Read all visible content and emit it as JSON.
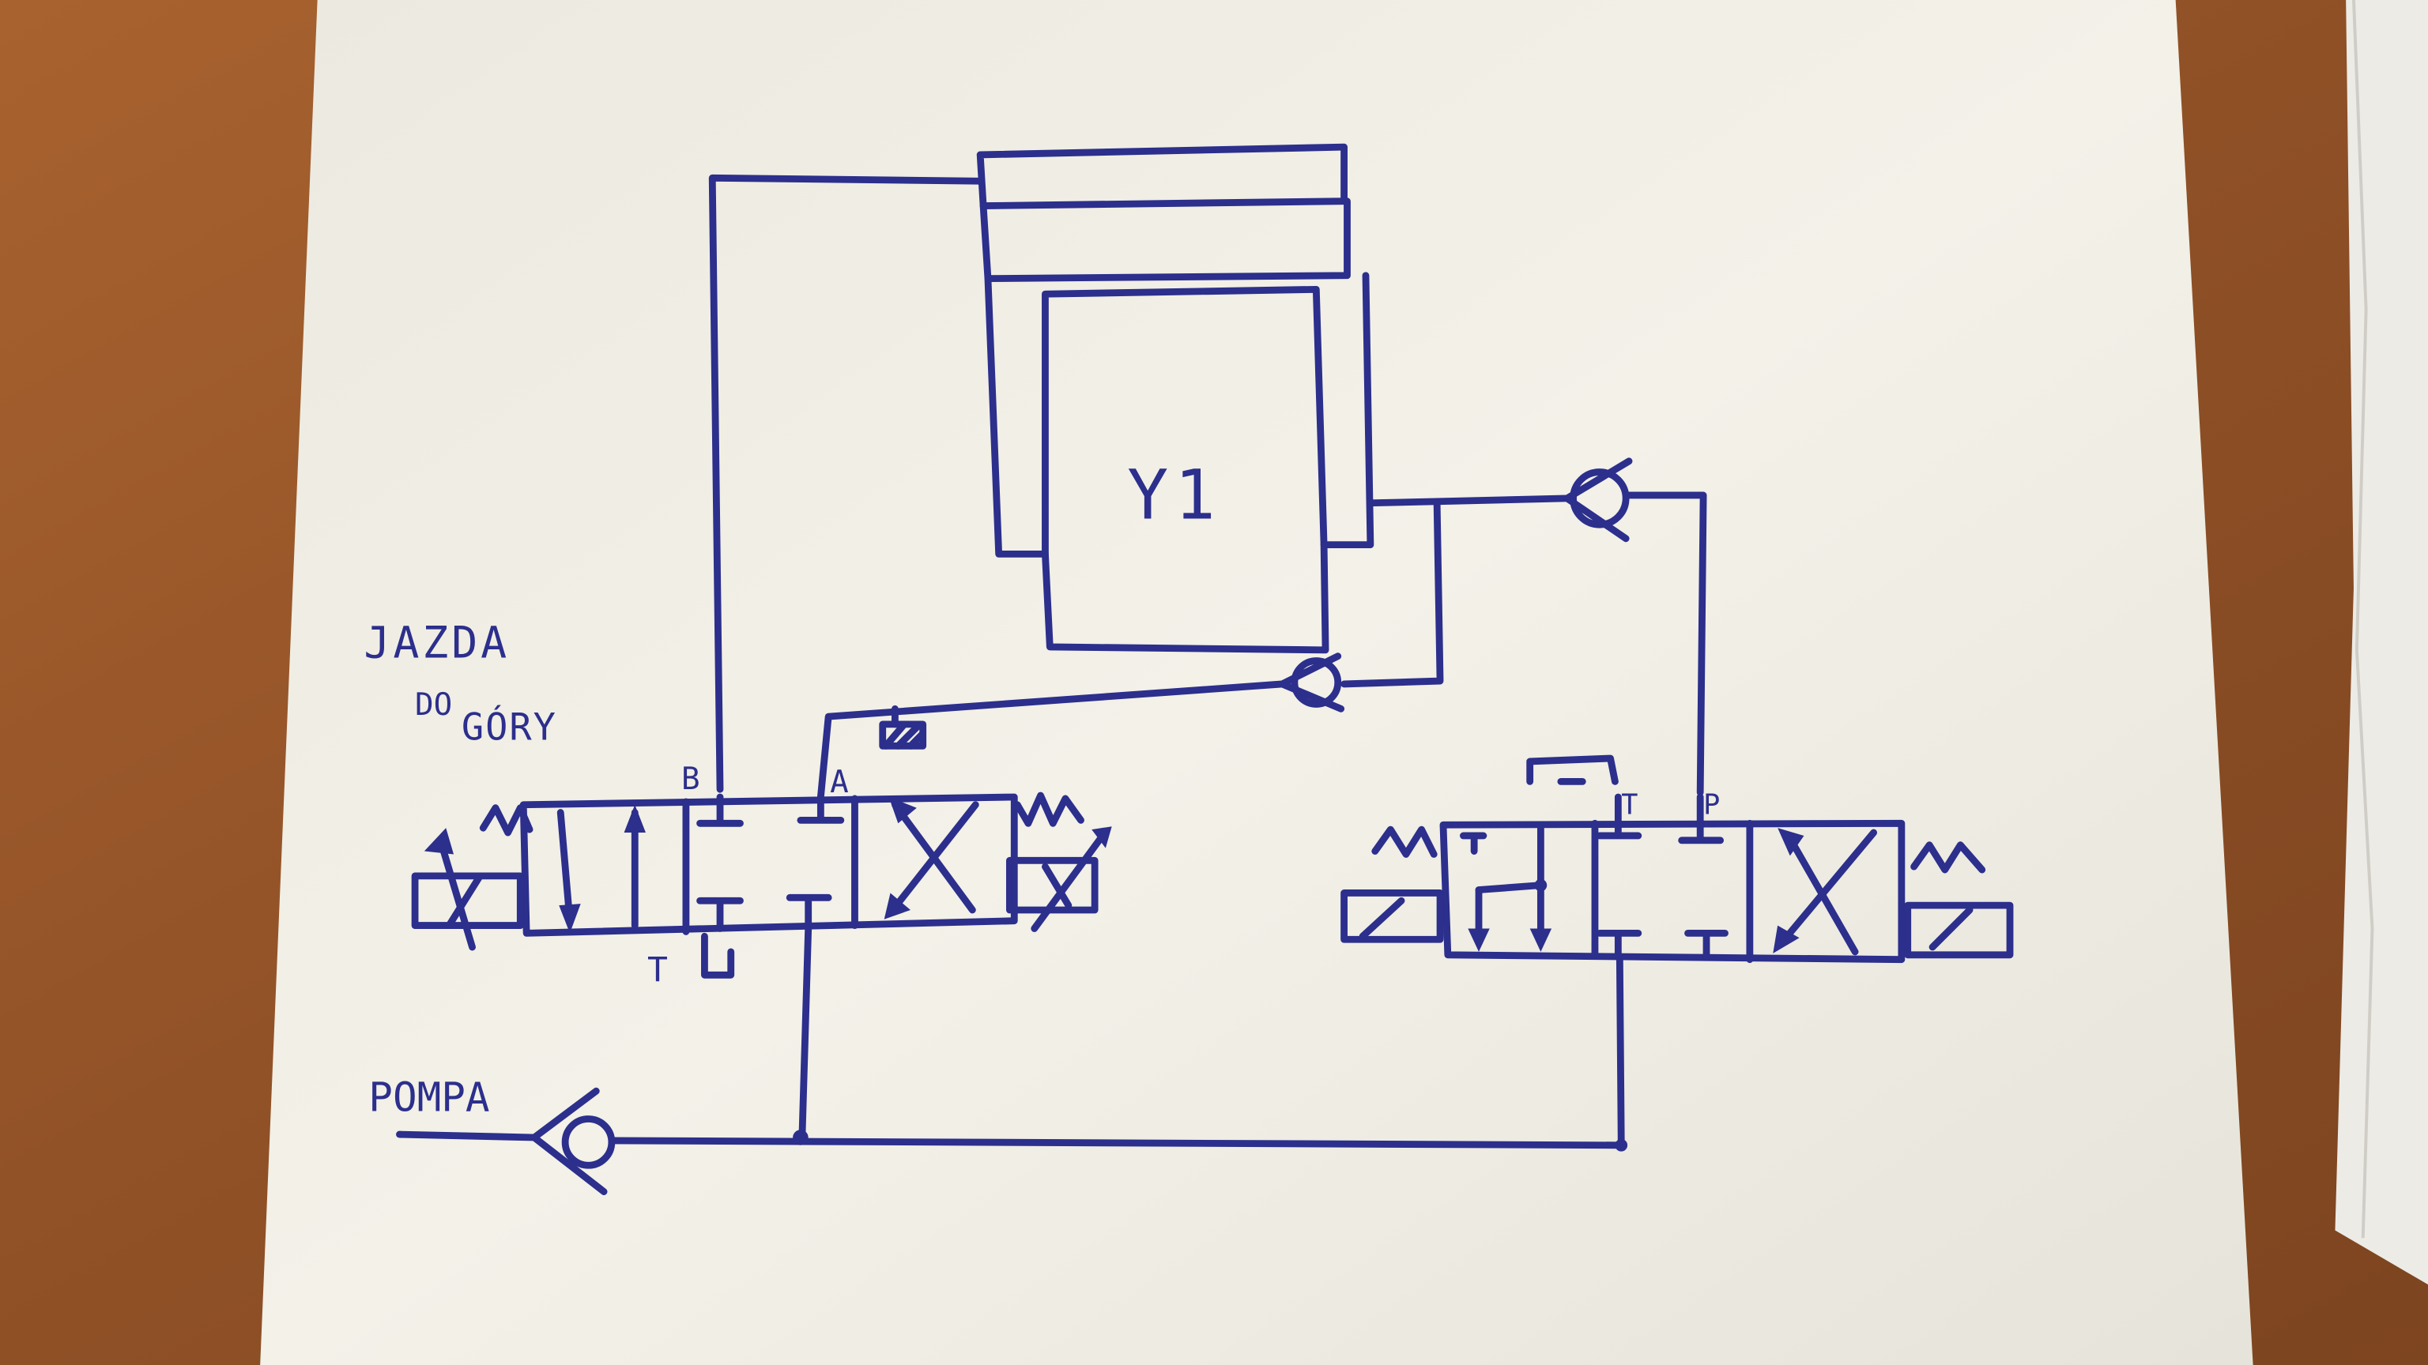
{
  "diagram": {
    "labels": {
      "title_line1": "JAZDA",
      "title_line2": "DO",
      "title_line3": "GÓRY",
      "cylinder": "Y1",
      "pump": "POMPA",
      "left_port_b": "B",
      "left_port_a": "A",
      "left_port_t": "T",
      "right_port_t": "T",
      "right_port_p": "P"
    },
    "colors": {
      "ink": "#2c2f8c",
      "paper": "#f1efe6",
      "desk": "#9a5a2c"
    }
  }
}
